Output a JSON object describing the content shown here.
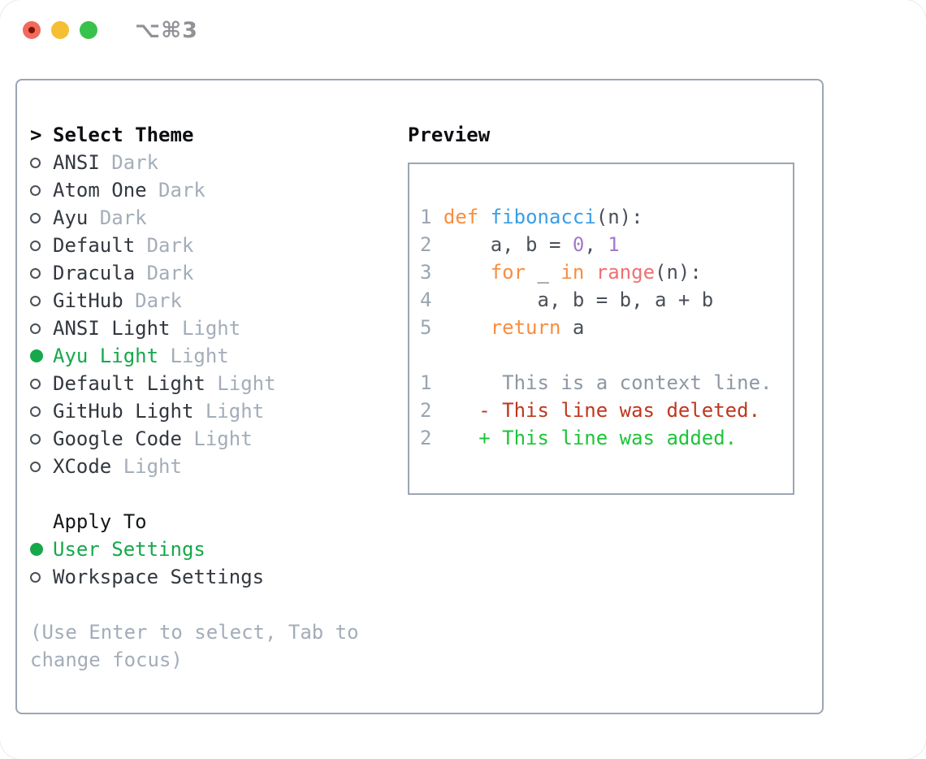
{
  "window": {
    "title": "⌥⌘3",
    "traffic_lights": [
      "close",
      "minimize",
      "zoom"
    ]
  },
  "colors": {
    "selection_green": "#16a84a",
    "diff_added_green": "#1dc437",
    "diff_deleted_red": "#c0361f",
    "keyword_orange": "#fa8d3e",
    "function_blue": "#399ee6",
    "builtin_coral": "#f07171",
    "number_purple": "#a37acc",
    "muted_gray": "#a3adb9",
    "border_gray": "#9aa6b2"
  },
  "selector": {
    "prefix": ">",
    "title": "Select Theme",
    "items": [
      {
        "name": "ANSI",
        "variant": "Dark",
        "selected": false
      },
      {
        "name": "Atom One",
        "variant": "Dark",
        "selected": false
      },
      {
        "name": "Ayu",
        "variant": "Dark",
        "selected": false
      },
      {
        "name": "Default",
        "variant": "Dark",
        "selected": false
      },
      {
        "name": "Dracula",
        "variant": "Dark",
        "selected": false
      },
      {
        "name": "GitHub",
        "variant": "Dark",
        "selected": false
      },
      {
        "name": "ANSI Light",
        "variant": "Light",
        "selected": false
      },
      {
        "name": "Ayu Light",
        "variant": "Light",
        "selected": true
      },
      {
        "name": "Default Light",
        "variant": "Light",
        "selected": false
      },
      {
        "name": "GitHub Light",
        "variant": "Light",
        "selected": false
      },
      {
        "name": "Google Code",
        "variant": "Light",
        "selected": false
      },
      {
        "name": "XCode",
        "variant": "Light",
        "selected": false
      }
    ]
  },
  "apply": {
    "title": "Apply To",
    "options": [
      {
        "label": "User Settings",
        "selected": true
      },
      {
        "label": "Workspace Settings",
        "selected": false
      }
    ]
  },
  "hint_lines": [
    "(Use Enter to select, Tab to",
    "change focus)"
  ],
  "preview": {
    "title": "Preview",
    "lines": [
      {
        "tokens": [
          [
            "1",
            "ln"
          ],
          [
            " ",
            "pl"
          ],
          [
            "def",
            "kw"
          ],
          [
            " ",
            "pl"
          ],
          [
            "fibonacci",
            "fn"
          ],
          [
            "(n):",
            "pl"
          ]
        ]
      },
      {
        "tokens": [
          [
            "2",
            "ln"
          ],
          [
            "     ",
            "pl"
          ],
          [
            "a, b = ",
            "pl"
          ],
          [
            "0",
            "num"
          ],
          [
            ", ",
            "pl"
          ],
          [
            "1",
            "num"
          ]
        ]
      },
      {
        "tokens": [
          [
            "3",
            "ln"
          ],
          [
            "     ",
            "pl"
          ],
          [
            "for",
            "kw"
          ],
          [
            " _ ",
            "pl"
          ],
          [
            "in",
            "kw"
          ],
          [
            " ",
            "pl"
          ],
          [
            "range",
            "call"
          ],
          [
            "(n):",
            "pl"
          ]
        ]
      },
      {
        "tokens": [
          [
            "4",
            "ln"
          ],
          [
            "         ",
            "pl"
          ],
          [
            "a, b = b, a + b",
            "pl"
          ]
        ]
      },
      {
        "tokens": [
          [
            "5",
            "ln"
          ],
          [
            "     ",
            "pl"
          ],
          [
            "return",
            "kw"
          ],
          [
            " a",
            "pl"
          ]
        ]
      },
      {
        "tokens": []
      },
      {
        "tokens": [
          [
            "1",
            "ln"
          ],
          [
            "      ",
            "pl"
          ],
          [
            "This is a context line.",
            "ctx"
          ]
        ]
      },
      {
        "tokens": [
          [
            "2",
            "ln"
          ],
          [
            "    ",
            "pl"
          ],
          [
            "- This line was deleted.",
            "del"
          ]
        ]
      },
      {
        "tokens": [
          [
            "2",
            "ln"
          ],
          [
            "    ",
            "pl"
          ],
          [
            "+ This line was added.",
            "add"
          ]
        ]
      }
    ]
  }
}
